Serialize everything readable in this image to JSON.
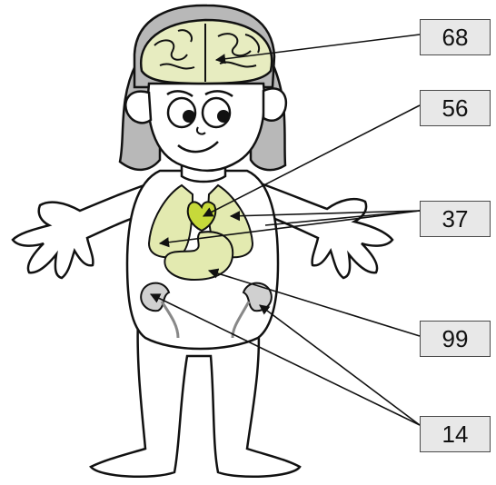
{
  "labels": [
    "68",
    "56",
    "37",
    "99",
    "14"
  ],
  "colors": {
    "outline": "#111111",
    "hair": "#b8b8b8",
    "brain": "#e7ecc0",
    "organ": "#e3eab0",
    "organ_highlight": "#c6d93a",
    "kidney": "#d0d0d0",
    "label_bg": "#e8e8e8"
  }
}
